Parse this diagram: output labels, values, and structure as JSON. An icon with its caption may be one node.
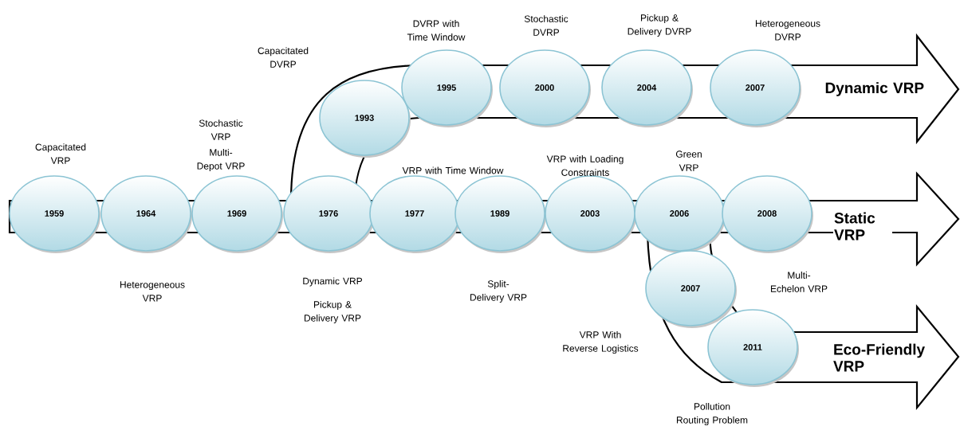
{
  "diagram": {
    "nodes": [
      {
        "text": [
          "1959"
        ],
        "beside": [
          "Capacitated VRP"
        ]
      },
      {
        "text": [
          "1964"
        ],
        "beside": [
          "Heterogeneous VRP"
        ]
      },
      {
        "text": [
          "1969"
        ],
        "beside": [
          "Stochastic VRP",
          "Multi-Depot VRP"
        ]
      },
      {
        "text": [
          "1976"
        ],
        "beside": [
          "Dynamic VRP",
          "Pickup & Delivery VRP"
        ]
      },
      {
        "text": [
          "1977"
        ],
        "beside": [
          "VRP with Time Window"
        ]
      },
      {
        "text": [
          "1989"
        ],
        "beside": [
          "Split- Delivery VRP"
        ]
      },
      {
        "text": [
          "1993"
        ],
        "beside": [
          "Capacitated DVRP"
        ]
      },
      {
        "text": [
          "1995"
        ],
        "beside": [
          "DVRP with Time Window"
        ]
      },
      {
        "text": [
          "2000"
        ],
        "beside": [
          "Stochastic DVRP"
        ]
      },
      {
        "text": [
          "2003"
        ],
        "beside": [
          "VRP with Loading Constraints"
        ]
      },
      {
        "text": [
          "2004"
        ],
        "beside": [
          "Pickup & Delivery DVRP"
        ]
      },
      {
        "text": [
          "2006"
        ],
        "beside": [
          "Green VRP"
        ]
      },
      {
        "text": [
          "2007"
        ],
        "beside": [
          "Heterogeneous DVRP"
        ]
      },
      {
        "text": [
          "2007"
        ],
        "beside": [
          "VRP With Reverse Logistics"
        ]
      },
      {
        "text": [
          "2008"
        ],
        "beside": [
          "Multi-Echelon VRP"
        ]
      },
      {
        "text": [
          "2011"
        ],
        "beside": [
          "Pollution Routing Problem"
        ]
      }
    ],
    "labels": [
      "Dynamic VRP",
      "Static VRP",
      "Eco-Friendly VRP"
    ]
  }
}
